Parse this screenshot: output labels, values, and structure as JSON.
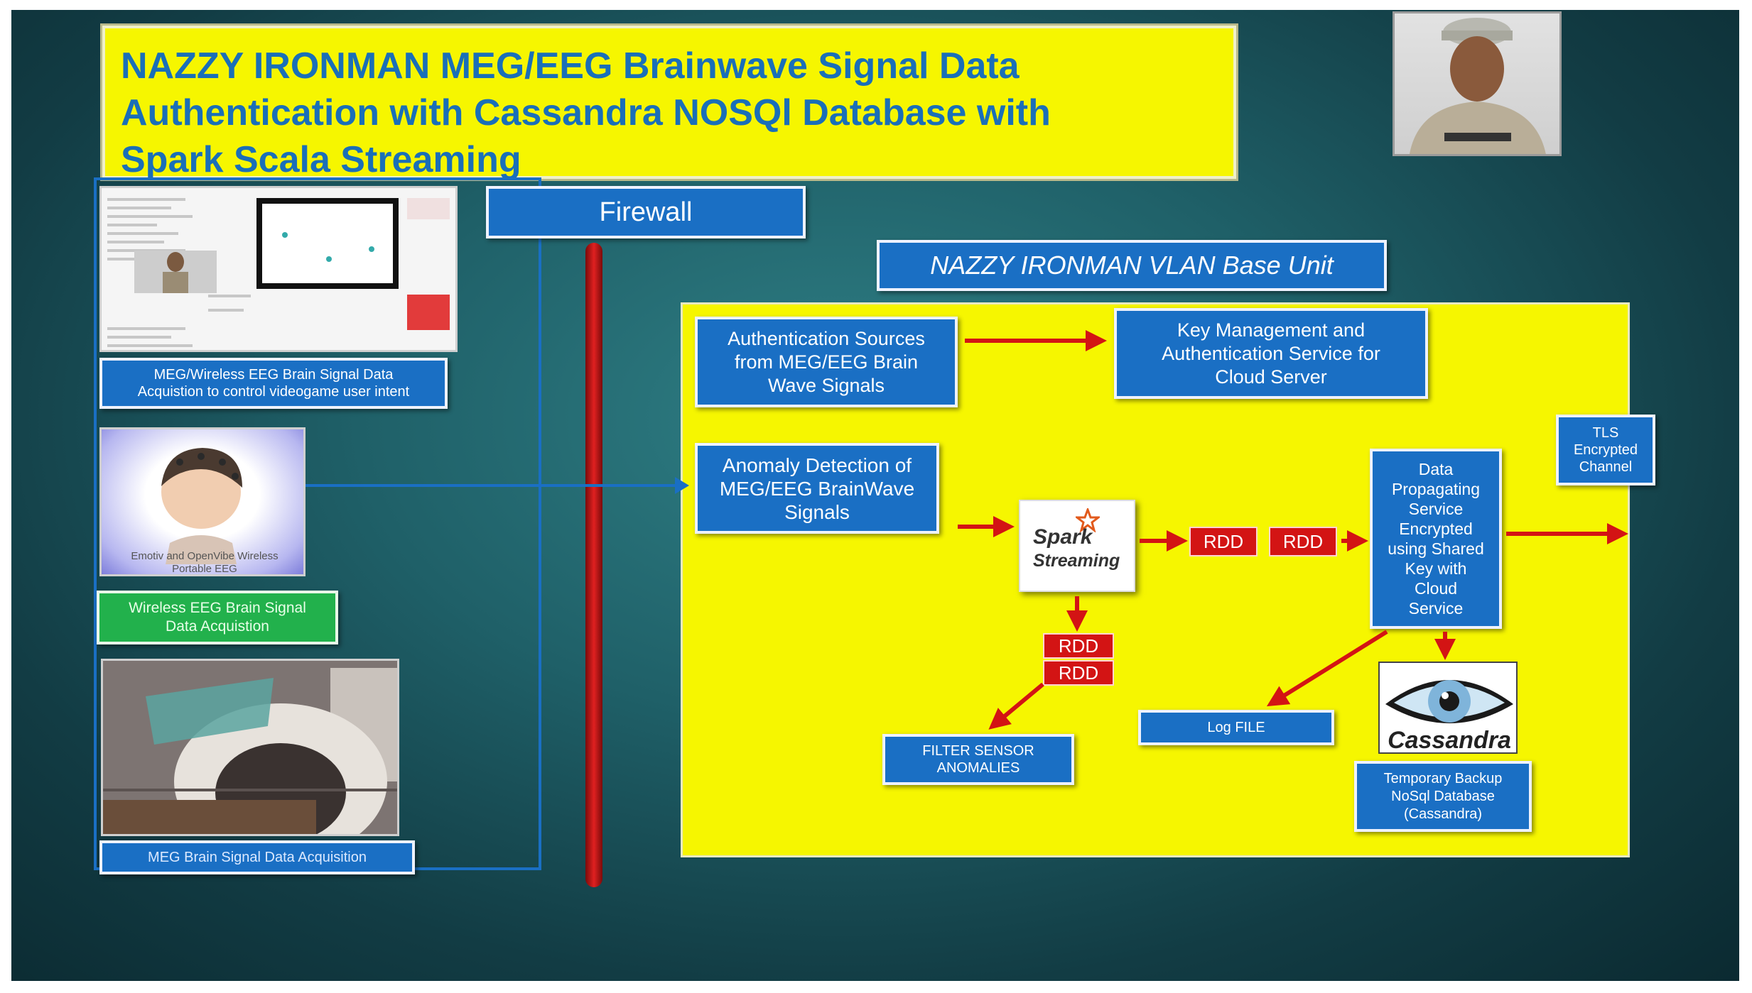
{
  "slide": {
    "title_lines": [
      "NAZZY IRONMAN MEG/EEG Brainwave Signal Data",
      "Authentication with Cassandra NOSQl Database with",
      "Spark Scala Streaming"
    ]
  },
  "left_panel": {
    "meg_wireless_caption": [
      "MEG/Wireless EEG Brain Signal Data",
      "Acquistion to control videogame user intent"
    ],
    "emotiv_caption": [
      "Emotiv and OpenVibe Wireless",
      "Portable EEG"
    ],
    "wireless_eeg_caption": [
      "Wireless EEG Brain Signal",
      "Data Acquistion"
    ],
    "meg_caption": "MEG Brain Signal Data Acquisition"
  },
  "firewall_label": "Firewall",
  "vlan_label": "NAZZY IRONMAN VLAN Base Unit",
  "diagram": {
    "auth_sources": [
      "Authentication Sources",
      "from MEG/EEG Brain",
      "Wave Signals"
    ],
    "key_mgmt": [
      "Key Management and",
      "Authentication Service for",
      "Cloud Server"
    ],
    "anomaly": [
      "Anomaly Detection of",
      "MEG/EEG BrainWave",
      "Signals"
    ],
    "spark_logo": [
      "Spark",
      "Streaming"
    ],
    "rdd_label": "RDD",
    "data_propagating": [
      "Data",
      "Propagating",
      "Service",
      "Encrypted",
      "using Shared",
      "Key with",
      "Cloud",
      "Service"
    ],
    "tls": [
      "TLS",
      "Encrypted",
      "Channel"
    ],
    "filter": [
      "FILTER SENSOR",
      "ANOMALIES"
    ],
    "log_file": "Log FILE",
    "cassandra_logo": "Cassandra",
    "temporary_backup": [
      "Temporary Backup",
      "NoSql Database",
      "(Cassandra)"
    ]
  },
  "colors": {
    "accent_blue": "#1a6fc4",
    "title_yellow": "#f6f600",
    "arrow_red": "#d31414",
    "caption_green": "#22b14c"
  }
}
